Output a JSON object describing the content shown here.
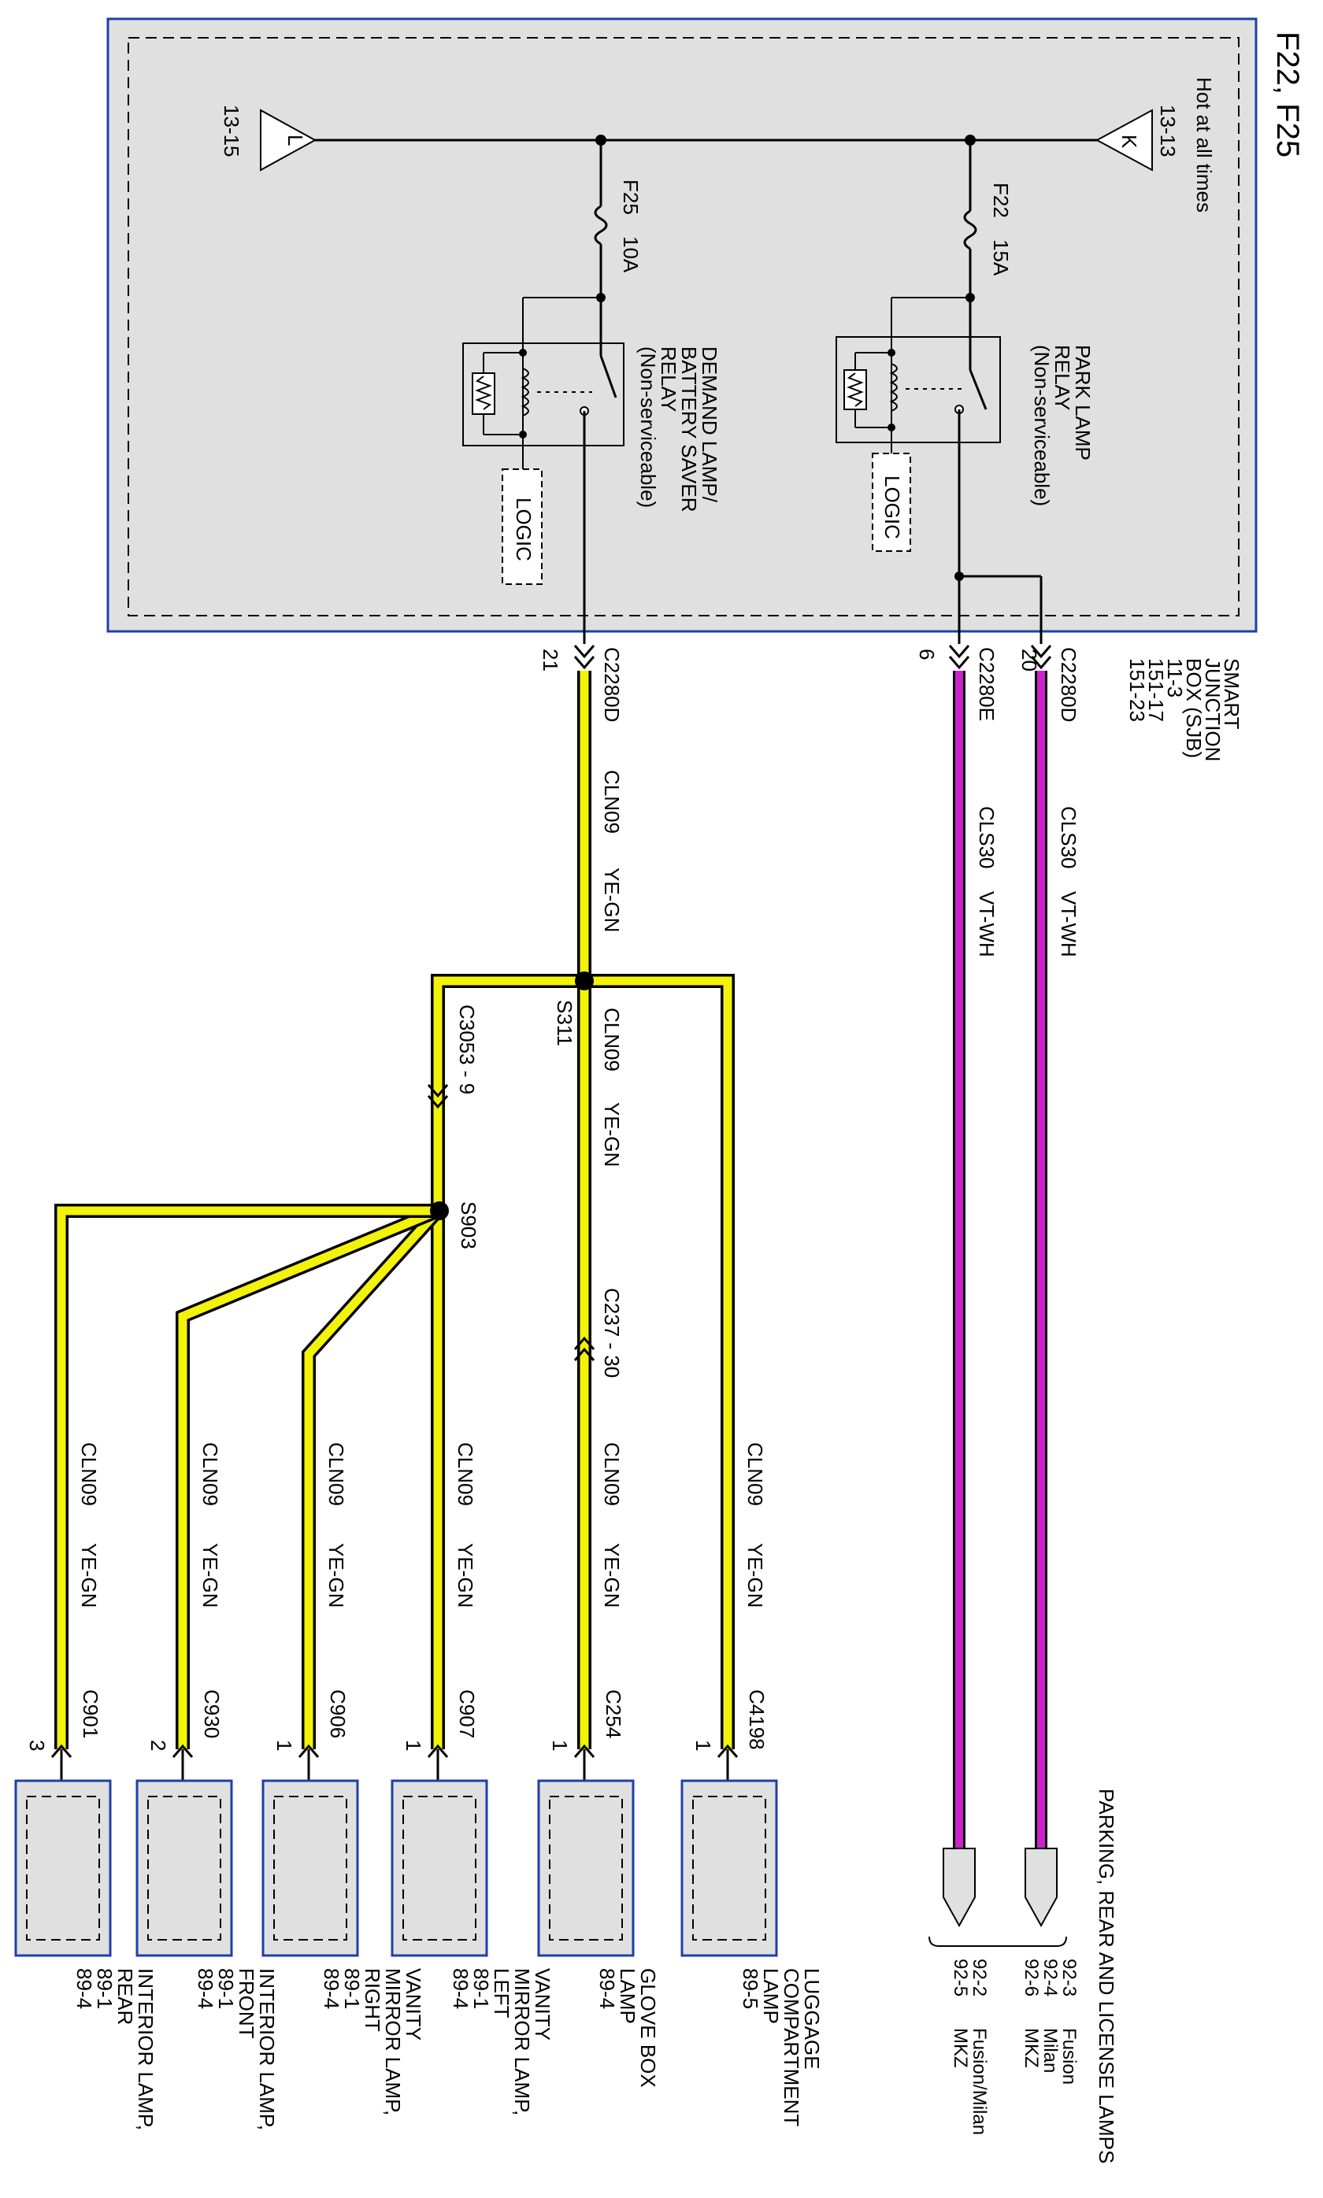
{
  "page": {
    "title": "F22, F25"
  },
  "sjb": {
    "lines": [
      "SMART",
      "JUNCTION",
      "BOX (SJB)",
      "11-3",
      "151-17",
      "151-23"
    ],
    "hot": "Hot at all times",
    "bus_in": {
      "letter": "K",
      "ref": "13-13"
    },
    "bus_out": {
      "letter": "L",
      "ref": "13-15"
    },
    "fuse1": {
      "name": "F22",
      "rating": "15A"
    },
    "fuse2": {
      "name": "F25",
      "rating": "10A"
    },
    "relay1": [
      "PARK LAMP",
      "RELAY",
      "(Non-serviceable)"
    ],
    "relay2": [
      "DEMAND LAMP/",
      "BATTERY SAVER",
      "RELAY",
      "(Non-serviceable)"
    ],
    "logic": "LOGIC"
  },
  "connectors": {
    "c1": {
      "name": "C2280D",
      "pin": "20"
    },
    "c2": {
      "name": "C2280E",
      "pin": "6"
    },
    "c3": {
      "name": "C2280D",
      "pin": "21"
    },
    "c3053": "C3053 - 9",
    "c237": "C237 - 30"
  },
  "splices": {
    "s311": "S311",
    "s903": "S903"
  },
  "wires": {
    "purple": {
      "circuit": "CLS30",
      "color": "VT-WH",
      "hex": "#cc22cc"
    },
    "yellow": {
      "circuit": "CLN09",
      "color": "YE-GN",
      "hex": "#f2f20a"
    }
  },
  "parking": {
    "title": "PARKING, REAR AND LICENSE LAMPS",
    "refs1": [
      "92-3",
      "92-4",
      "92-6"
    ],
    "refs2": [
      "92-2",
      "92-5"
    ],
    "models1": [
      "Fusion",
      "Milan",
      "MKZ"
    ],
    "models2": [
      "Fusion/Milan",
      "MKZ"
    ]
  },
  "loads": [
    {
      "conn": "C4198",
      "pin": "1",
      "label": [
        "LUGGAGE",
        "COMPARTMENT",
        "LAMP",
        "89-5"
      ]
    },
    {
      "conn": "C254",
      "pin": "1",
      "label": [
        "GLOVE BOX",
        "LAMP",
        "89-4"
      ]
    },
    {
      "conn": "C907",
      "pin": "1",
      "label": [
        "VANITY",
        "MIRROR LAMP,",
        "LEFT",
        "89-1",
        "89-4"
      ]
    },
    {
      "conn": "C906",
      "pin": "1",
      "label": [
        "VANITY",
        "MIRROR LAMP,",
        "RIGHT",
        "89-1",
        "89-4"
      ]
    },
    {
      "conn": "C930",
      "pin": "2",
      "label": [
        "INTERIOR LAMP,",
        "FRONT",
        "89-1",
        "89-4"
      ]
    },
    {
      "conn": "C901",
      "pin": "3",
      "label": [
        "INTERIOR LAMP,",
        "REAR",
        "89-1",
        "89-4"
      ]
    }
  ]
}
